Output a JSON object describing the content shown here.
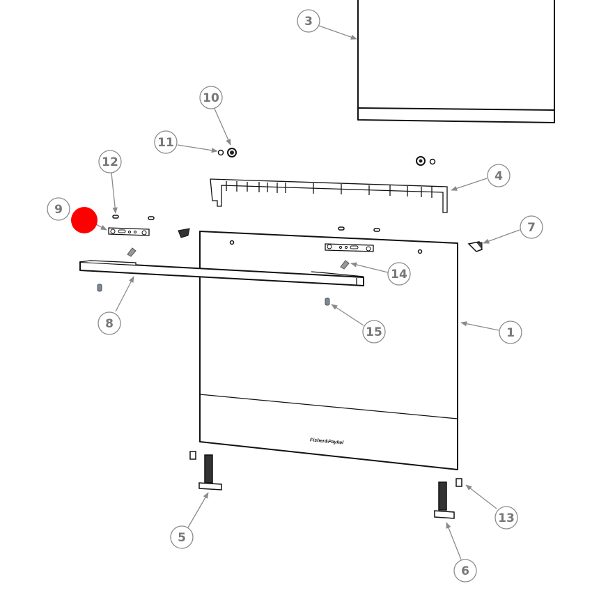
{
  "diagram": {
    "title": "Dishwasher door exploded parts diagram",
    "brand_label": "Fisher&Paykel",
    "highlight_marker": {
      "color": "#ff0000",
      "near_callout": "9"
    },
    "callouts": [
      {
        "id": "1",
        "label": "1",
        "part": "door-outer-panel"
      },
      {
        "id": "3",
        "label": "3",
        "part": "door-inner-panel"
      },
      {
        "id": "4",
        "label": "4",
        "part": "top-trim-bracket"
      },
      {
        "id": "5",
        "label": "5",
        "part": "hinge-left"
      },
      {
        "id": "6",
        "label": "6",
        "part": "hinge-right"
      },
      {
        "id": "7",
        "label": "7",
        "part": "corner-cap"
      },
      {
        "id": "8",
        "label": "8",
        "part": "handle"
      },
      {
        "id": "9",
        "label": "9",
        "part": "handle-bracket-plate"
      },
      {
        "id": "10",
        "label": "10",
        "part": "grommet-large"
      },
      {
        "id": "11",
        "label": "11",
        "part": "grommet-small"
      },
      {
        "id": "12",
        "label": "12",
        "part": "screw-small"
      },
      {
        "id": "13",
        "label": "13",
        "part": "hinge-cap"
      },
      {
        "id": "14",
        "label": "14",
        "part": "handle-screw"
      },
      {
        "id": "15",
        "label": "15",
        "part": "spacer"
      }
    ],
    "colors": {
      "callout_stroke": "#8a8a8a",
      "callout_text": "#777777",
      "line_art": "#111111",
      "marker": "#ff0000"
    }
  }
}
